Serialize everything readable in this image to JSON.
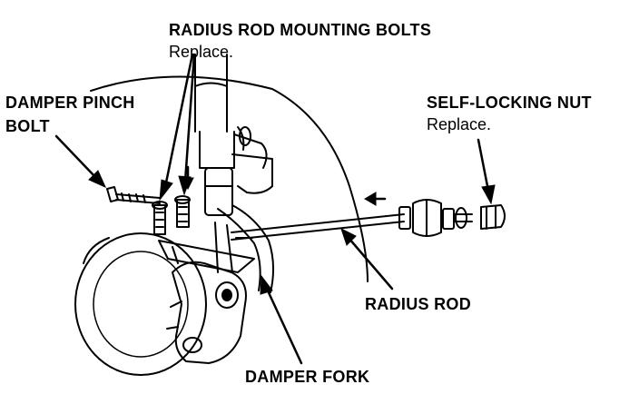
{
  "labels": {
    "radius_rod_mounting_bolts": {
      "title": "RADIUS ROD MOUNTING BOLTS",
      "note": "Replace."
    },
    "damper_pinch_bolt": {
      "line1": "DAMPER PINCH",
      "line2": "BOLT"
    },
    "self_locking_nut": {
      "title": "SELF-LOCKING NUT",
      "note": "Replace."
    },
    "radius_rod": "RADIUS ROD",
    "damper_fork": "DAMPER FORK"
  },
  "colors": {
    "ink": "#000000",
    "paper": "#ffffff"
  }
}
